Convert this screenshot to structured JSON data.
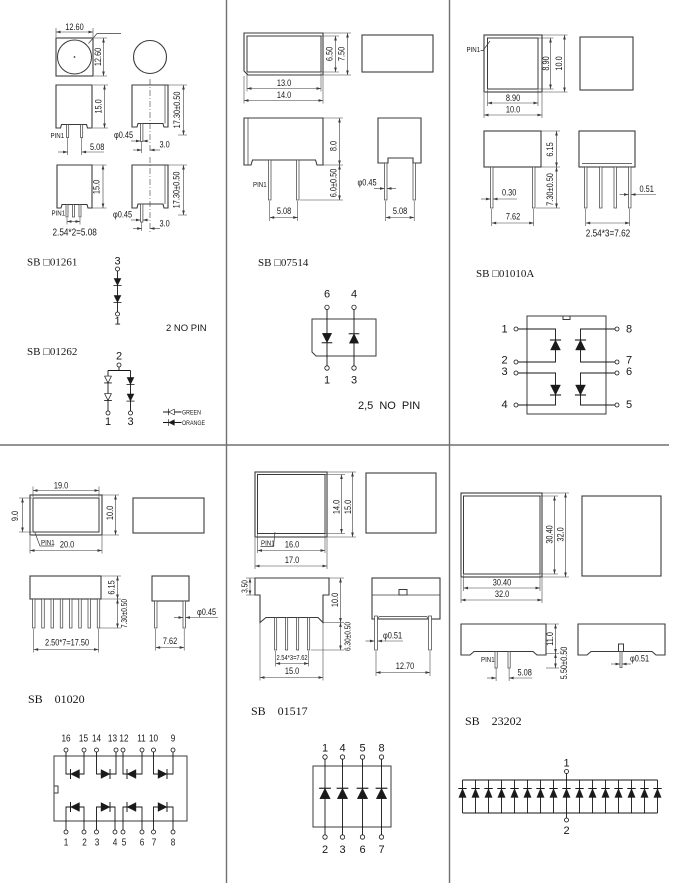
{
  "colors": {
    "ink": "#161616",
    "line": "#3b3b3b",
    "divider": "#707070",
    "background": "#ffffff"
  },
  "panels": [
    {
      "top_view": {
        "width": "12.60",
        "height": "12.60"
      },
      "front_view_2pin": {
        "body_height": "15.0",
        "pin1_label": "PIN1",
        "pin_pitch": "5.08"
      },
      "side_view_2pin": {
        "overall_height": "17.30±0.50",
        "pin_diameter": "φ0.45",
        "pin_offset": "3.0"
      },
      "front_view_3pin": {
        "body_height": "15.0",
        "pin1_label": "PIN1",
        "pin_pitch": "2.54*2=5.08"
      },
      "side_view_3pin": {
        "overall_height": "17.30±0.50",
        "pin_diameter": "φ0.45",
        "pin_offset": "3.0"
      },
      "circuits": [
        {
          "part_number": "SB □01261",
          "pins": [
            "3",
            "1"
          ],
          "led_count": 2,
          "note": "2 NO PIN"
        },
        {
          "part_number": "SB □01262",
          "pins": [
            "2",
            "1",
            "3"
          ],
          "led_count": 4
        }
      ],
      "legend": [
        {
          "label": "GREEN",
          "symbol": "hollow-diode-icon"
        },
        {
          "label": "ORANGE",
          "symbol": "filled-diode-icon"
        }
      ]
    },
    {
      "top_view": {
        "inner_height": "6.50",
        "outer_height": "7.50",
        "inner_width": "13.0",
        "outer_width": "14.0"
      },
      "front_view": {
        "body_height": "8.0",
        "pin_length": "6.0±0.50",
        "pin1_label": "PIN1",
        "pin_pitch": "5.08"
      },
      "side_view": {
        "pin_diameter": "φ0.45",
        "pin_pitch": "5.08"
      },
      "circuit": {
        "part_number": "SB □07514",
        "pins_top": [
          "6",
          "4"
        ],
        "pins_bottom": [
          "1",
          "3"
        ],
        "led_count": 2,
        "note": "2,5 NO PIN"
      }
    },
    {
      "top_view": {
        "pin1_label": "PIN1",
        "inner_height": "8.90",
        "outer_height": "10.0",
        "inner_width": "8.90",
        "outer_width": "10.0"
      },
      "front_view": {
        "body_height": "6.15",
        "pin_length": "7.30±0.50",
        "pin_width": "0.30",
        "row_spacing": "7.62"
      },
      "side_view": {
        "pin_width": "0.51",
        "pin_pitch": "2.54*3=7.62"
      },
      "circuit": {
        "part_number": "SB □01010A",
        "pins_left": [
          "1",
          "2",
          "3",
          "4"
        ],
        "pins_right": [
          "8",
          "7",
          "6",
          "5"
        ],
        "led_count": 4
      }
    },
    {
      "top_view": {
        "inner_width": "19.0",
        "inner_height": "9.0",
        "outer_height": "10.0",
        "pin1_label": "PIN1",
        "outer_width": "20.0"
      },
      "front_view": {
        "body_height": "6.15",
        "pin_length": "7.30±0.50",
        "pin_pitch": "2.50*7=17.50"
      },
      "side_view": {
        "pin_diameter": "φ0.45",
        "row_spacing": "7.62"
      },
      "circuit": {
        "part_number": "SB 01020",
        "pins_top": [
          "16",
          "15",
          "14",
          "13",
          "12",
          "11",
          "10",
          "9"
        ],
        "pins_bottom": [
          "1",
          "2",
          "3",
          "4",
          "5",
          "6",
          "7",
          "8"
        ],
        "led_count": 8
      }
    },
    {
      "top_view": {
        "inner_height": "14.0",
        "outer_height": "15.0",
        "pin1_label": "PIN1",
        "inner_width": "16.0",
        "outer_width": "17.0"
      },
      "front_view": {
        "flange_height": "3.50",
        "body_height": "10.0",
        "pin_length": "6.30±0.50",
        "pin_pitch": "2.54*3=7.62",
        "body_width": "15.0"
      },
      "side_view": {
        "pin_diameter": "φ0.51",
        "row_spacing": "12.70"
      },
      "circuit": {
        "part_number": "SB 01517",
        "pins_top": [
          "1",
          "4",
          "5",
          "8"
        ],
        "pins_bottom": [
          "2",
          "3",
          "6",
          "7"
        ],
        "led_count": 4
      }
    },
    {
      "top_view": {
        "inner_height": "30.40",
        "outer_height": "32.0",
        "inner_width": "30.40",
        "outer_width": "32.0"
      },
      "front_view": {
        "body_height": "11.0",
        "pin_length": "5.50±0.50",
        "pin1_label": "PIN1",
        "pin_pitch": "5.08"
      },
      "side_view": {
        "pin_diameter": "φ0.51"
      },
      "circuit": {
        "part_number": "SB 23202",
        "pins_top": [
          "1"
        ],
        "pins_bottom": [
          "2"
        ],
        "led_count": 16
      }
    }
  ]
}
